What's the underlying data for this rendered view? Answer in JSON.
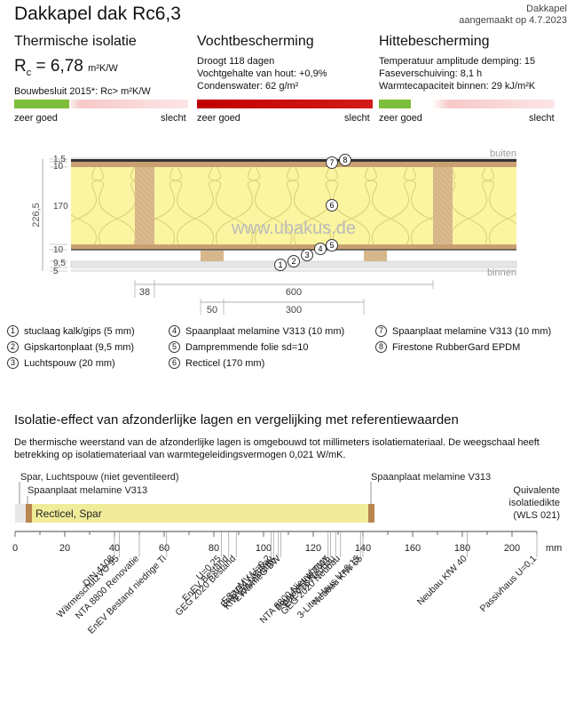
{
  "header": {
    "title": "Dakkapel dak Rc6,3",
    "meta_line1": "Dakkapel",
    "meta_line2": "aangemaakt op 4.7.2023"
  },
  "thermal": {
    "heading": "Thermische isolatie",
    "rc_symbol": "R",
    "rc_sub": "c",
    "rc_value": "= 6,78",
    "rc_unit": "m²K/W",
    "note": "Bouwbesluit 2015*: Rc> m²K/W",
    "scale_good": "zeer goed",
    "scale_bad": "slecht"
  },
  "moisture": {
    "heading": "Vochtbescherming",
    "line1": "Droogt 118 dagen",
    "line2": "Vochtgehalte van hout: +0,9%",
    "line3": "Condenswater: 62 g/m²",
    "scale_good": "zeer goed",
    "scale_bad": "slecht"
  },
  "heat": {
    "heading": "Hittebescherming",
    "line1": "Temperatuur amplitude demping: 15",
    "line2": "Faseverschuiving: 8,1 h",
    "line3": "Warmtecapaciteit binnen: 29 kJ/m²K",
    "scale_good": "zeer goed",
    "scale_bad": "slecht"
  },
  "section": {
    "outside": "buiten",
    "inside": "binnen",
    "watermark": "www.ubakus.de",
    "dim_left": [
      "1,5",
      "10",
      "170",
      "10",
      "9,5",
      "5"
    ],
    "dim_total": "226,5",
    "dim_bottom": [
      "38",
      "600",
      "50",
      "300"
    ],
    "markers": [
      "1",
      "2",
      "3",
      "4",
      "5",
      "6",
      "7",
      "8"
    ]
  },
  "legend": [
    {
      "num": "1",
      "label": "stuclaag kalk/gips (5 mm)"
    },
    {
      "num": "2",
      "label": "Gipskartonplaat (9,5 mm)"
    },
    {
      "num": "3",
      "label": "Luchtspouw (20 mm)"
    },
    {
      "num": "4",
      "label": "Spaanplaat melamine V313 (10 mm)"
    },
    {
      "num": "5",
      "label": "Dampremmende folie sd=10"
    },
    {
      "num": "6",
      "label": "Recticel (170 mm)"
    },
    {
      "num": "7",
      "label": "Spaanplaat melamine V313 (10 mm)"
    },
    {
      "num": "8",
      "label": "Firestone RubberGard EPDM"
    }
  ],
  "isolation": {
    "title": "Isolatie-effect van afzonderlijke lagen en vergelijking met referentiewaarden",
    "paragraph": "De thermische weerstand van de afzonderlijke lagen is omgebouwd tot millimeters isolatiemateriaal. De weegschaal heeft betrekking op isolatiemateriaal van warmtegeleidingsvermogen 0,021 W/mK.",
    "label_spar": "Spar, Luchtspouw (niet geventileerd)",
    "label_spaan_left": "Spaanplaat melamine V313",
    "label_spaan_right": "Spaanplaat melamine V313",
    "bar_label": "Recticel, Spar",
    "equiv_1": "Quivalente",
    "equiv_2": "isolatiedikte",
    "equiv_3": "(WLS 021)",
    "axis_unit": "mm",
    "axis_ticks": [
      "0",
      "20",
      "40",
      "60",
      "80",
      "100",
      "120",
      "140",
      "160",
      "180",
      "200"
    ],
    "references": [
      {
        "label": "DIN 4108",
        "value": 40
      },
      {
        "label": "WärmeschutzVO 95",
        "value": 42
      },
      {
        "label": "NTA 8800 Renovatie",
        "value": 50
      },
      {
        "label": "EnEV Bestand niedrige Ti",
        "value": 61
      },
      {
        "label": "U=0,25",
        "value": 83
      },
      {
        "label": "EnEV Bestand",
        "value": 86
      },
      {
        "label": "GEG 2020 Bestand",
        "value": 89
      },
      {
        "label": "ESanMV U=0,2",
        "value": 103
      },
      {
        "label": "EnEV14 Neubau",
        "value": 104
      },
      {
        "label": "KfW Einzelmaßn.",
        "value": 106
      },
      {
        "label": "EWärmeG BW",
        "value": 107
      },
      {
        "label": "NTA 8800 Nieuwbouw",
        "value": 126
      },
      {
        "label": "Bouwbesluit 2015",
        "value": 127
      },
      {
        "label": "EnEV16 Neubau",
        "value": 129
      },
      {
        "label": "GEG 2020 Neubau",
        "value": 131
      },
      {
        "label": "3-Liter-Haus U=0,15",
        "value": 139
      },
      {
        "label": "Neubau KfW 55",
        "value": 140
      },
      {
        "label": "Neubau KfW 40",
        "value": 182
      },
      {
        "label": "Passivhaus U=0,1",
        "value": 210
      }
    ]
  }
}
